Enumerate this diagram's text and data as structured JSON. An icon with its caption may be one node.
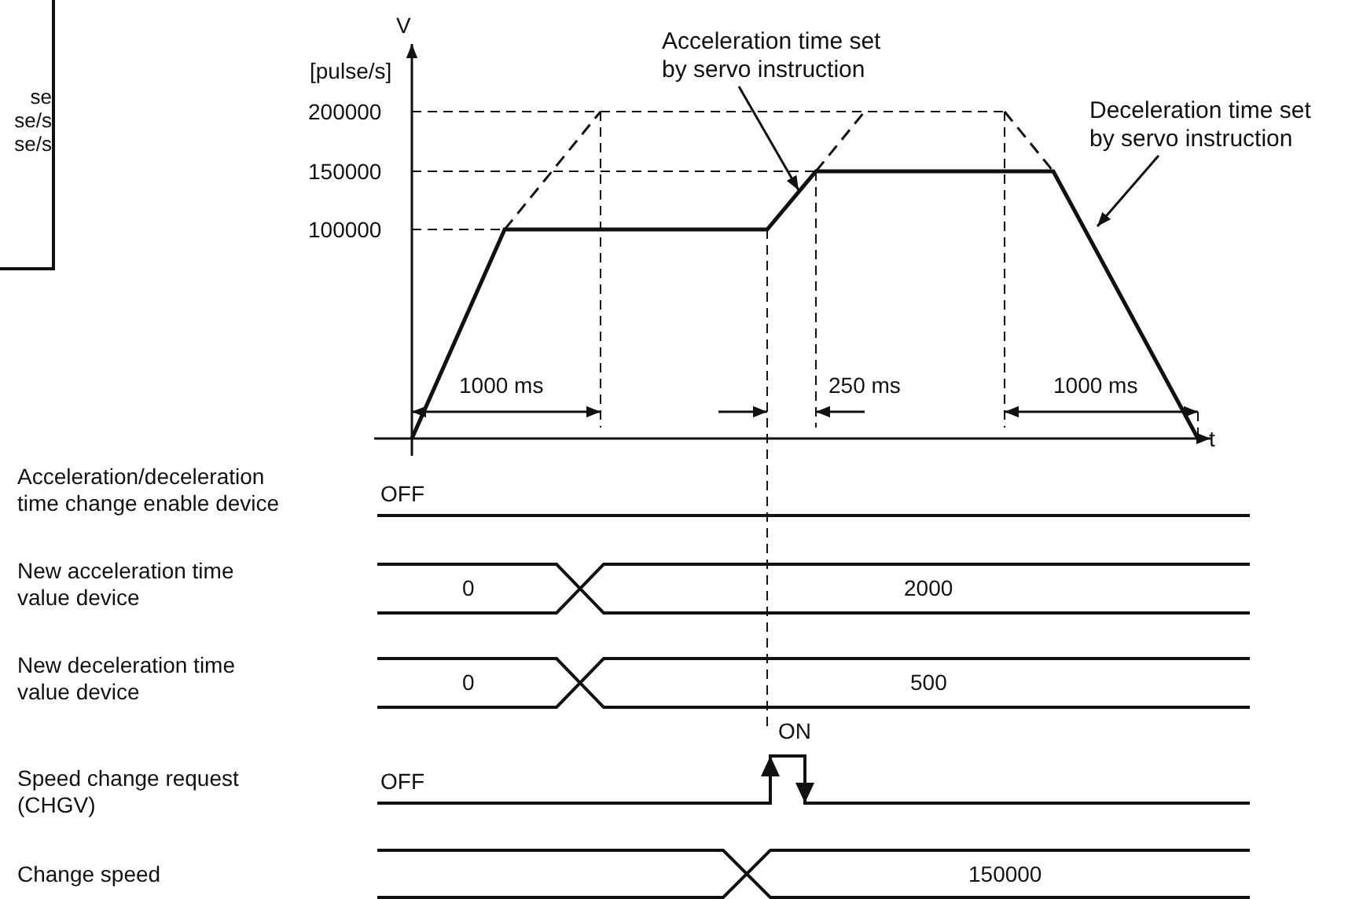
{
  "diagram": {
    "nodes": [
      {
        "text": [
          "se",
          "se/s",
          "se/s"
        ]
      },
      {
        "text": [
          "Acceleration time set by servo instruction"
        ]
      },
      {
        "text": [
          "Deceleration time set by servo instruction"
        ]
      }
    ],
    "edges": [
      {
        "from": 1,
        "to": null,
        "arrow": "to"
      },
      {
        "from": 2,
        "to": null,
        "arrow": "to"
      }
    ],
    "labels": [
      "V",
      "[pulse/s]",
      "200000",
      "150000",
      "100000",
      "t",
      "1000 ms",
      "250 ms",
      "1000 ms",
      "Acceleration/deceleration time change enable device",
      "OFF",
      "New acceleration time value device",
      "0",
      "2000",
      "New deceleration time value device",
      "0",
      "500",
      "ON",
      "Speed change request (CHGV)",
      "OFF",
      "Change speed",
      "150000"
    ]
  }
}
